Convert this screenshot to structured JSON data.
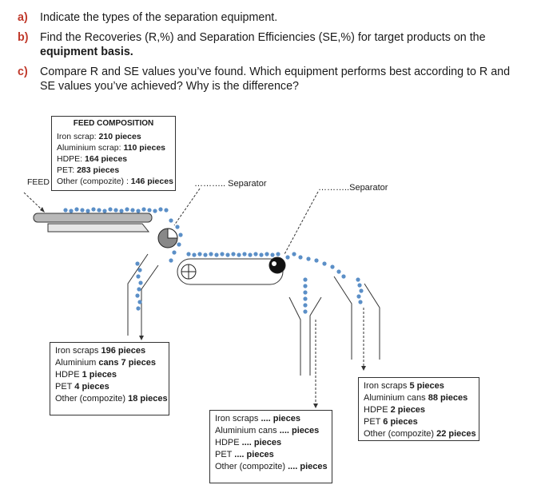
{
  "questions": [
    {
      "label": "a)",
      "text": "Indicate the types of the separation equipment.",
      "bold": ""
    },
    {
      "label": "b)",
      "text": "Find the Recoveries (R,%) and Separation Efficiencies (SE,%) for target products on the",
      "bold": "equipment basis."
    },
    {
      "label": "c)",
      "text": "Compare R and SE values you’ve found. Which equipment performs best according to R and SE values you’ve achieved? Why is the difference?",
      "bold": ""
    }
  ],
  "feed_box": {
    "title": "FEED COMPOSITION",
    "rows": [
      {
        "name": "Iron scrap: ",
        "value": "210 pieces"
      },
      {
        "name": "Aluminium scrap: ",
        "value": "110 pieces"
      },
      {
        "name": "HDPE: ",
        "value": "164 pieces"
      },
      {
        "name": "PET: ",
        "value": "283 pieces"
      },
      {
        "name": "Other (compozite) : ",
        "value": "146 pieces"
      }
    ]
  },
  "feed_label": "FEED",
  "separator_1": "……….. Separator",
  "separator_2": "………..Separator",
  "output_1": {
    "rows": [
      {
        "name": "Iron scraps ",
        "value": "196 pieces"
      },
      {
        "name": "Aluminium ",
        "value": "cans 7 pieces"
      },
      {
        "name": "HDPE ",
        "value": "1 pieces"
      },
      {
        "name": "PET ",
        "value": "4 pieces"
      },
      {
        "name": "Other (compozite) ",
        "value": "18 pieces"
      }
    ]
  },
  "output_2": {
    "rows": [
      {
        "name": "Iron scraps ",
        "value": ".... pieces"
      },
      {
        "name": "Aluminium cans ",
        "value": ".... pieces"
      },
      {
        "name": "HDPE ",
        "value": ".... pieces"
      },
      {
        "name": "PET ",
        "value": ".... pieces"
      },
      {
        "name": "Other (compozite) ",
        "value": ".... pieces"
      }
    ]
  },
  "output_3": {
    "rows": [
      {
        "name": "Iron scraps ",
        "value": "5 pieces"
      },
      {
        "name": "Aluminium cans ",
        "value": "88 pieces"
      },
      {
        "name": "HDPE ",
        "value": "2 pieces"
      },
      {
        "name": "PET ",
        "value": "6 pieces"
      },
      {
        "name": "Other (compozite) ",
        "value": "22 pieces"
      }
    ]
  },
  "colors": {
    "label_red": "#c0392b",
    "particle": "#5b8fc7",
    "belt": "#b0b0b0"
  }
}
